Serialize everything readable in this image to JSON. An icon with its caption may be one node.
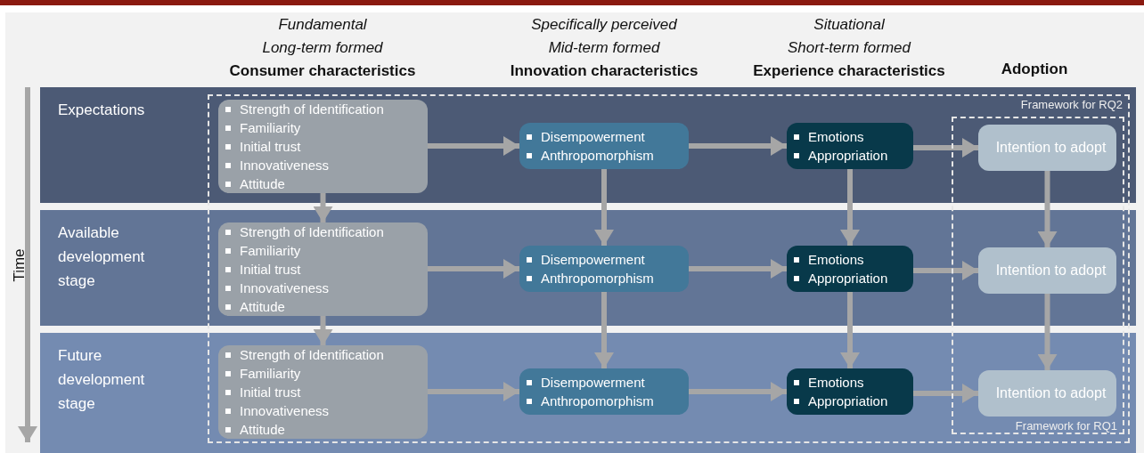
{
  "diagram": {
    "nodes": [
      {
        "text": [
          "Expectations"
        ]
      },
      {
        "text": [
          "Available development stage"
        ]
      },
      {
        "text": [
          "Future development stage"
        ]
      },
      {
        "text": [
          "Framework for RQ2"
        ]
      },
      {
        "text": [
          "Framework for RQ1"
        ]
      },
      {
        "text": [
          "Strength of Identification",
          "Familiarity",
          "Initial trust",
          "Innovativeness",
          "Attitude"
        ]
      },
      {
        "text": [
          "Disempowerment",
          "Anthropomorphism"
        ]
      },
      {
        "text": [
          "Emotions",
          "Appropriation"
        ]
      },
      {
        "text": [
          "Intention to adopt"
        ]
      },
      {
        "text": [
          "Strength of Identification",
          "Familiarity",
          "Initial trust",
          "Innovativeness",
          "Attitude"
        ]
      },
      {
        "text": [
          "Disempowerment",
          "Anthropomorphism"
        ]
      },
      {
        "text": [
          "Emotions",
          "Appropriation"
        ]
      },
      {
        "text": [
          "Intention to adopt"
        ]
      },
      {
        "text": [
          "Strength of Identification",
          "Familiarity",
          "Initial trust",
          "Innovativeness",
          "Attitude"
        ]
      },
      {
        "text": [
          "Disempowerment",
          "Anthropomorphism"
        ]
      },
      {
        "text": [
          "Emotions",
          "Appropriation"
        ]
      },
      {
        "text": [
          "Intention to adopt"
        ]
      }
    ],
    "edges": [
      {
        "from": 5,
        "to": 6,
        "arrow": "to"
      },
      {
        "from": 6,
        "to": 7,
        "arrow": "to"
      },
      {
        "from": 7,
        "to": 8,
        "arrow": "to"
      },
      {
        "from": 5,
        "to": 9,
        "arrow": "to"
      },
      {
        "from": 6,
        "to": 10,
        "arrow": "to"
      },
      {
        "from": 7,
        "to": 11,
        "arrow": "to"
      },
      {
        "from": 8,
        "to": 12,
        "arrow": "to"
      },
      {
        "from": 9,
        "to": 10,
        "arrow": "to"
      },
      {
        "from": 10,
        "to": 11,
        "arrow": "to"
      },
      {
        "from": 11,
        "to": 12,
        "arrow": "to"
      },
      {
        "from": 9,
        "to": 13,
        "arrow": "to"
      },
      {
        "from": 10,
        "to": 14,
        "arrow": "to"
      },
      {
        "from": 11,
        "to": 15,
        "arrow": "to"
      },
      {
        "from": 12,
        "to": 16,
        "arrow": "to"
      },
      {
        "from": 13,
        "to": 14,
        "arrow": "to"
      },
      {
        "from": 14,
        "to": 15,
        "arrow": "to"
      },
      {
        "from": 15,
        "to": 16,
        "arrow": "to"
      }
    ],
    "labels": [
      "Fundamental",
      "Long-term formed",
      "Consumer characteristics",
      "Specifically perceived",
      "Mid-term formed",
      "Innovation characteristics",
      "Situational",
      "Short-term formed",
      "Experience characteristics",
      "Adoption",
      "Time"
    ]
  }
}
